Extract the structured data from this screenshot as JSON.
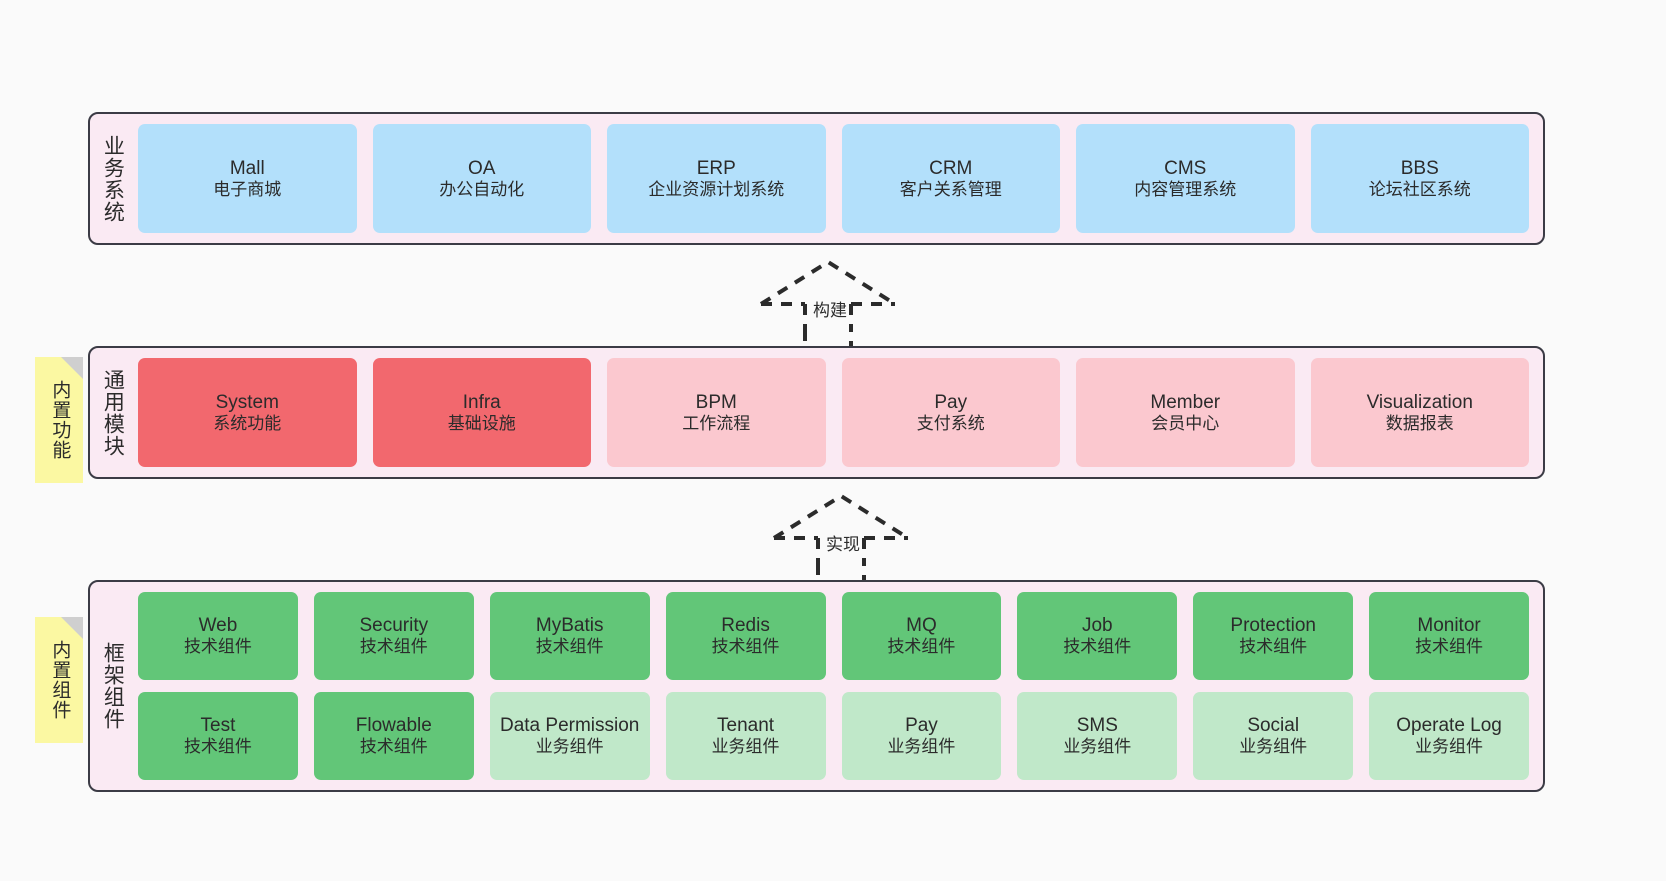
{
  "diagram": {
    "background": "#fafafa",
    "panel_fill": "#faeaf3",
    "panel_border": "#3b3b45",
    "note_fill": "#fbf8a2",
    "note_fold": "#cfcfcf"
  },
  "layers": [
    {
      "id": "business-systems",
      "title": "业务系统",
      "note": null,
      "rows": [
        {
          "cards": [
            {
              "name": "Mall",
              "sub": "电子商城",
              "color": "#b3e0fb",
              "variant": "c-blue"
            },
            {
              "name": "OA",
              "sub": "办公自动化",
              "color": "#b3e0fb",
              "variant": "c-blue"
            },
            {
              "name": "ERP",
              "sub": "企业资源计划系统",
              "color": "#b3e0fb",
              "variant": "c-blue"
            },
            {
              "name": "CRM",
              "sub": "客户关系管理",
              "color": "#b3e0fb",
              "variant": "c-blue"
            },
            {
              "name": "CMS",
              "sub": "内容管理系统",
              "color": "#b3e0fb",
              "variant": "c-blue"
            },
            {
              "name": "BBS",
              "sub": "论坛社区系统",
              "color": "#b3e0fb",
              "variant": "c-blue"
            }
          ]
        }
      ]
    },
    {
      "id": "common-modules",
      "title": "通用模块",
      "note": "内置功能",
      "rows": [
        {
          "cards": [
            {
              "name": "System",
              "sub": "系统功能",
              "color": "#f2686e",
              "variant": "c-red"
            },
            {
              "name": "Infra",
              "sub": "基础设施",
              "color": "#f2686e",
              "variant": "c-red"
            },
            {
              "name": "BPM",
              "sub": "工作流程",
              "color": "#fbc8cf",
              "variant": "c-pink"
            },
            {
              "name": "Pay",
              "sub": "支付系统",
              "color": "#fbc8cf",
              "variant": "c-pink"
            },
            {
              "name": "Member",
              "sub": "会员中心",
              "color": "#fbc8cf",
              "variant": "c-pink"
            },
            {
              "name": "Visualization",
              "sub": "数据报表",
              "color": "#fbc8cf",
              "variant": "c-pink"
            }
          ]
        }
      ]
    },
    {
      "id": "framework-components",
      "title": "框架组件",
      "note": "内置组件",
      "rows": [
        {
          "cards": [
            {
              "name": "Web",
              "sub": "技术组件",
              "color": "#62c678",
              "variant": "c-green"
            },
            {
              "name": "Security",
              "sub": "技术组件",
              "color": "#62c678",
              "variant": "c-green"
            },
            {
              "name": "MyBatis",
              "sub": "技术组件",
              "color": "#62c678",
              "variant": "c-green"
            },
            {
              "name": "Redis",
              "sub": "技术组件",
              "color": "#62c678",
              "variant": "c-green"
            },
            {
              "name": "MQ",
              "sub": "技术组件",
              "color": "#62c678",
              "variant": "c-green"
            },
            {
              "name": "Job",
              "sub": "技术组件",
              "color": "#62c678",
              "variant": "c-green"
            },
            {
              "name": "Protection",
              "sub": "技术组件",
              "color": "#62c678",
              "variant": "c-green"
            },
            {
              "name": "Monitor",
              "sub": "技术组件",
              "color": "#62c678",
              "variant": "c-green"
            }
          ]
        },
        {
          "cards": [
            {
              "name": "Test",
              "sub": "技术组件",
              "color": "#62c678",
              "variant": "c-green"
            },
            {
              "name": "Flowable",
              "sub": "技术组件",
              "color": "#62c678",
              "variant": "c-green"
            },
            {
              "name": "Data Permission",
              "sub": "业务组件",
              "color": "#c0e8c9",
              "variant": "c-greenlight"
            },
            {
              "name": "Tenant",
              "sub": "业务组件",
              "color": "#c0e8c9",
              "variant": "c-greenlight"
            },
            {
              "name": "Pay",
              "sub": "业务组件",
              "color": "#c0e8c9",
              "variant": "c-greenlight"
            },
            {
              "name": "SMS",
              "sub": "业务组件",
              "color": "#c0e8c9",
              "variant": "c-greenlight"
            },
            {
              "name": "Social",
              "sub": "业务组件",
              "color": "#c0e8c9",
              "variant": "c-greenlight"
            },
            {
              "name": "Operate Log",
              "sub": "业务组件",
              "color": "#c0e8c9",
              "variant": "c-greenlight"
            }
          ]
        }
      ]
    }
  ],
  "connectors": [
    {
      "id": "build",
      "label": "构建"
    },
    {
      "id": "implement",
      "label": "实现"
    }
  ]
}
